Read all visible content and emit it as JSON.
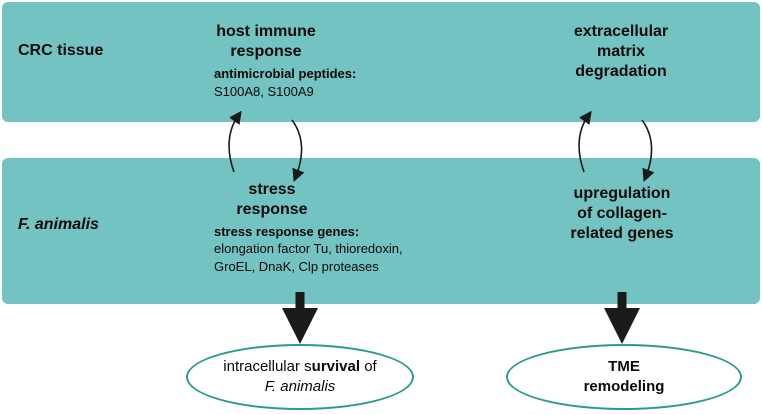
{
  "rows": {
    "top_label": "CRC tissue",
    "bottom_label": "F. animalis"
  },
  "host": {
    "heading_line1": "host immune",
    "heading_line2": "response",
    "sub_label": "antimicrobial peptides:",
    "items": "S100A8, S100A9"
  },
  "ecm": {
    "line1": "extracellular",
    "line2": "matrix",
    "line3": "degradation"
  },
  "stress": {
    "heading_line1": "stress",
    "heading_line2": "response",
    "sub_label": "stress response genes:",
    "items_line1": "elongation factor Tu, thioredoxin,",
    "items_line2": "GroEL, DnaK, Clp proteases"
  },
  "collagen": {
    "line1": "upregulation",
    "line2": "of collagen-",
    "line3": "related genes"
  },
  "outcome_survival": {
    "text_before": "intracellular s",
    "text_bold": "urvival",
    "text_after": " of",
    "line2": "F. animalis"
  },
  "outcome_tme": {
    "line1": "TME",
    "line2": "remodeling"
  },
  "colors": {
    "band": "#72c3c1",
    "ellipse_border": "#2a9c8e",
    "arrow": "#1a1a1a"
  }
}
